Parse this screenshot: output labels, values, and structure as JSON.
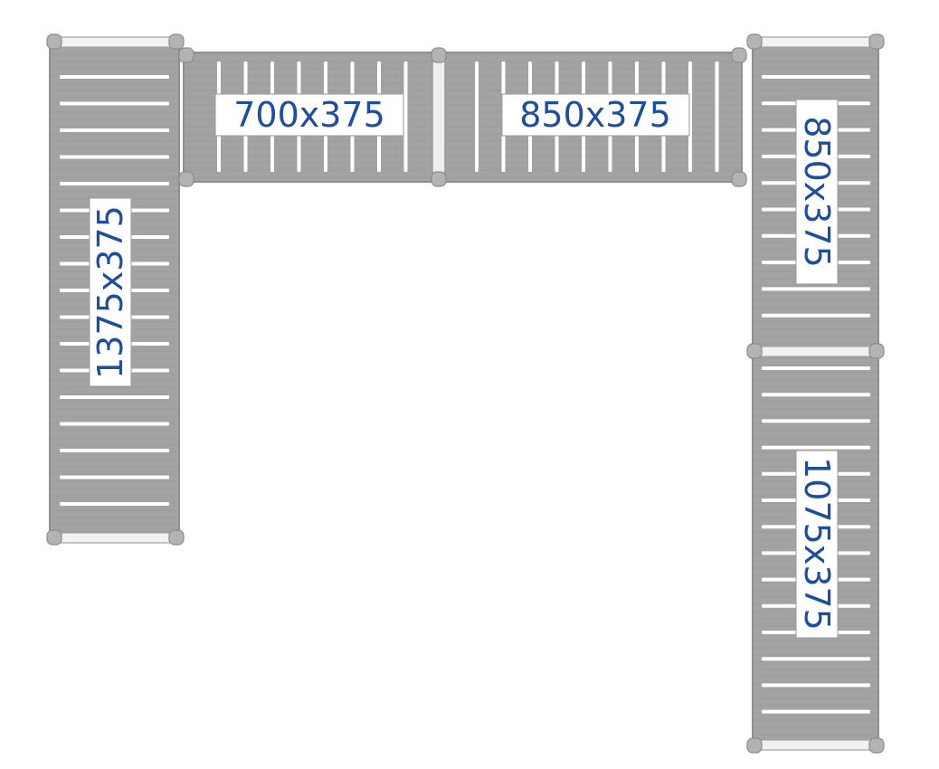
{
  "diagram": {
    "type": "deck-tile-layout",
    "colors": {
      "panel": "#a3a3a3",
      "panel_edge": "#8f8f8f",
      "slat": "#ffffff",
      "connector": "#b3b3b3",
      "connector_edge": "#8c8c8c",
      "end_cap": "#f2f2f2",
      "label_text": "#1f4f9a",
      "label_bg": "#ffffff"
    },
    "modules": [
      {
        "id": "left",
        "label": "1375x375"
      },
      {
        "id": "top-left",
        "label": "700x375"
      },
      {
        "id": "top-right",
        "label": "850x375"
      },
      {
        "id": "right-upper",
        "label": "850x375"
      },
      {
        "id": "right-lower",
        "label": "1075x375"
      }
    ]
  }
}
